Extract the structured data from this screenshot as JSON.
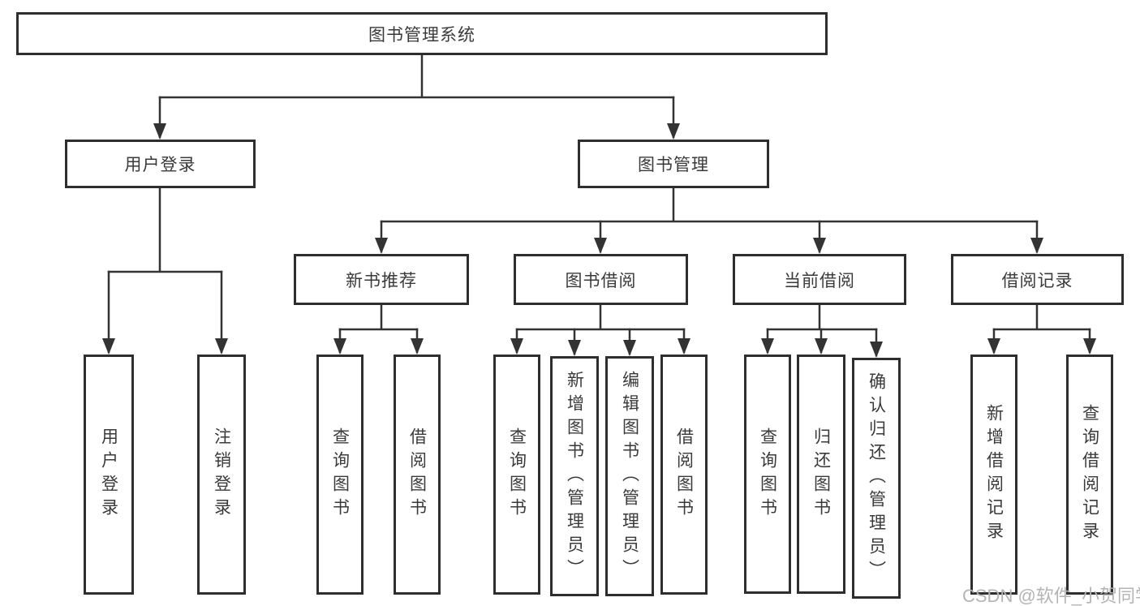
{
  "diagram": {
    "root": {
      "label": "图书管理系统"
    },
    "branches": [
      {
        "label": "用户登录",
        "children": [
          {
            "label": "用户登录"
          },
          {
            "label": "注销登录"
          }
        ]
      },
      {
        "label": "图书管理",
        "children": [
          {
            "label": "新书推荐",
            "children": [
              {
                "label": "查询图书"
              },
              {
                "label": "借阅图书"
              }
            ]
          },
          {
            "label": "图书借阅",
            "children": [
              {
                "label": "查询图书"
              },
              {
                "label": "新增图书（管理员）"
              },
              {
                "label": "编辑图书（管理员）"
              },
              {
                "label": "借阅图书"
              }
            ]
          },
          {
            "label": "当前借阅",
            "children": [
              {
                "label": "查询图书"
              },
              {
                "label": "归还图书"
              },
              {
                "label": "确认归还（管理员）"
              }
            ]
          },
          {
            "label": "借阅记录",
            "children": [
              {
                "label": "新增借阅记录"
              },
              {
                "label": "查询借阅记录"
              }
            ]
          }
        ]
      }
    ]
  },
  "watermark": {
    "text": "CSDN @软件_小贺同学"
  },
  "colors": {
    "line": "#333333",
    "box_border": "#2e2e2e",
    "text": "#3a3a3a",
    "background": "#ffffff",
    "watermark": "#b4b4b4"
  }
}
